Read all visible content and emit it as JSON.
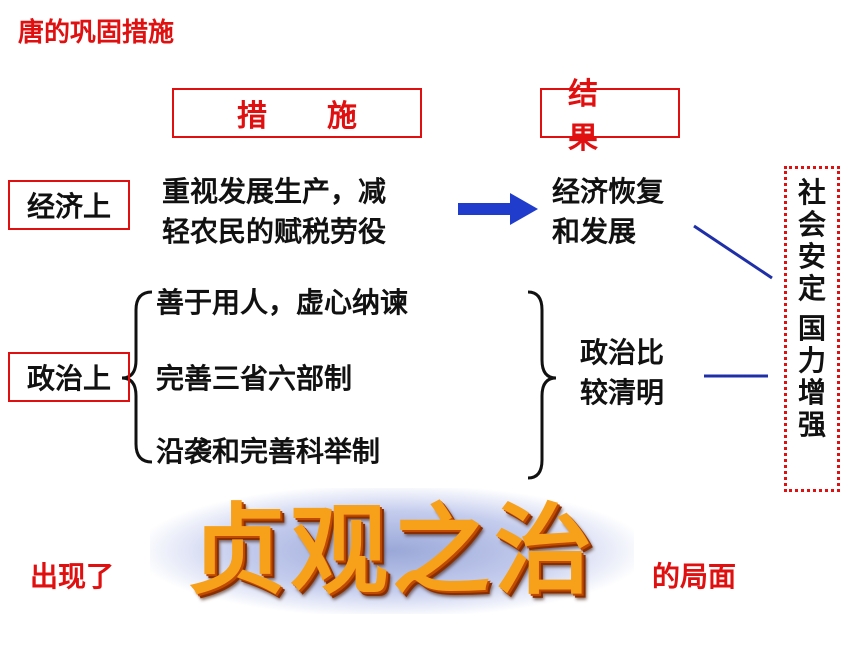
{
  "title": "唐的巩固措施",
  "headers": {
    "measures": "措施",
    "result": "结果"
  },
  "categories": {
    "economic": "经济上",
    "political": "政治上"
  },
  "economic": {
    "measure_line1": "重视发展生产，减",
    "measure_line2": "轻农民的赋税劳役",
    "result_line1": "经济恢复",
    "result_line2": "和发展"
  },
  "political": {
    "measures": [
      "善于用人，虚心纳谏",
      "完善三省六部制",
      "沿袭和完善科举制"
    ],
    "result_line1": "政治比",
    "result_line2": "较清明"
  },
  "overall": {
    "part1": "社会安定",
    "part2": "国力增强"
  },
  "bottom": {
    "prefix": "出现了",
    "highlight": "贞观之治",
    "suffix": "的局面"
  },
  "colors": {
    "accent": "#e01010",
    "arrow": "#1f3ccc",
    "line": "#1f2fa8",
    "highlight": "#f7a01a"
  }
}
